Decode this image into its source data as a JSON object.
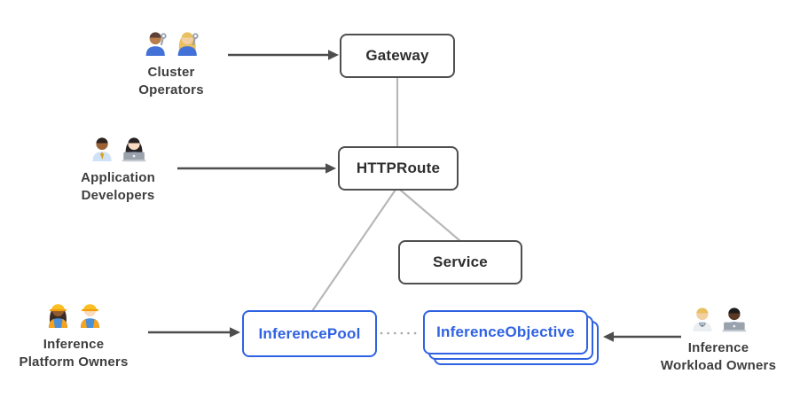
{
  "nodes": {
    "gateway": {
      "label": "Gateway",
      "type": "core"
    },
    "httproute": {
      "label": "HTTPRoute",
      "type": "core"
    },
    "service": {
      "label": "Service",
      "type": "core"
    },
    "inference_pool": {
      "label": "InferencePool",
      "type": "extension"
    },
    "inference_objective": {
      "label": "InferenceObjective",
      "type": "extension",
      "stacked": true
    }
  },
  "personas": [
    {
      "name": "Cluster Operators",
      "label_lines": [
        "Cluster",
        "Operators"
      ],
      "emoji": "👨🏽‍🔧👩🏼‍🔧",
      "figures": [
        {
          "skin": "#b97e4b",
          "hair": "#5d4037",
          "hairStyle": "short",
          "shirt": "#4272d7",
          "extra": "wrench"
        },
        {
          "skin": "#f3cfa4",
          "hair": "#e7c05f",
          "hairStyle": "long",
          "shirt": "#4272d7",
          "extra": "wrench"
        }
      ]
    },
    {
      "name": "Application Developers",
      "label_lines": [
        "Application",
        "Developers"
      ],
      "emoji": "👨🏾‍💼👩🏻‍💻",
      "figures": [
        {
          "skin": "#9c6134",
          "hair": "#2d2320",
          "hairStyle": "short",
          "shirt": "#cfe2f7",
          "extra": "tie",
          "tie": "#d9a31c"
        },
        {
          "skin": "#f8dcc2",
          "hair": "#262223",
          "hairStyle": "long",
          "shirt": "#3f6fd1",
          "extra": "laptop"
        }
      ]
    },
    {
      "name": "Inference Platform Owners",
      "label_lines": [
        "Inference",
        "Platform Owners"
      ],
      "emoji": "👷🏿‍♀️👷🏻",
      "figures": [
        {
          "skin": "#8d5a31",
          "hair": "#3a2a22",
          "hairStyle": "long",
          "shirt": "#4a90d9",
          "extra": "vest",
          "hat": "hardhat"
        },
        {
          "skin": "#f8dcc2",
          "hair": "#6d4c2f",
          "hairStyle": "short",
          "shirt": "#4a90d9",
          "extra": "vest",
          "hat": "hardhat"
        }
      ]
    },
    {
      "name": "Inference Workload Owners",
      "label_lines": [
        "Inference",
        "Workload Owners"
      ],
      "emoji": "🧑🏼‍⚕️🧑🏿‍💻",
      "figures": [
        {
          "skin": "#f3cfa4",
          "hair": "#e7c05f",
          "hairStyle": "short",
          "shirt": "#eceff1",
          "extra": "coat"
        },
        {
          "skin": "#5a3a25",
          "hair": "#1f1b1b",
          "hairStyle": "short",
          "shirt": "#3f6fd1",
          "extra": "laptop"
        }
      ]
    }
  ],
  "edges": [
    {
      "from": "Cluster Operators",
      "to": "Gateway",
      "style": "arrow"
    },
    {
      "from": "Application Developers",
      "to": "HTTPRoute",
      "style": "arrow"
    },
    {
      "from": "Inference Platform Owners",
      "to": "InferencePool",
      "style": "arrow"
    },
    {
      "from": "Inference Workload Owners",
      "to": "InferenceObjective",
      "style": "arrow"
    },
    {
      "from": "Gateway",
      "to": "HTTPRoute",
      "style": "line"
    },
    {
      "from": "HTTPRoute",
      "to": "InferencePool",
      "style": "line"
    },
    {
      "from": "HTTPRoute",
      "to": "Service",
      "style": "line"
    },
    {
      "from": "InferencePool",
      "to": "InferenceObjective",
      "style": "dotted"
    }
  ],
  "colors": {
    "core_node_border": "#4f4f4f",
    "core_node_text": "#2e2e2e",
    "extension_node_accent": "#2f62e3",
    "relation_line": "#b8b8b8",
    "arrow": "#4d4d4d",
    "dotted_line": "#a8a8a8",
    "persona_label_text": "#3e3e3e",
    "background": "#ffffff"
  }
}
